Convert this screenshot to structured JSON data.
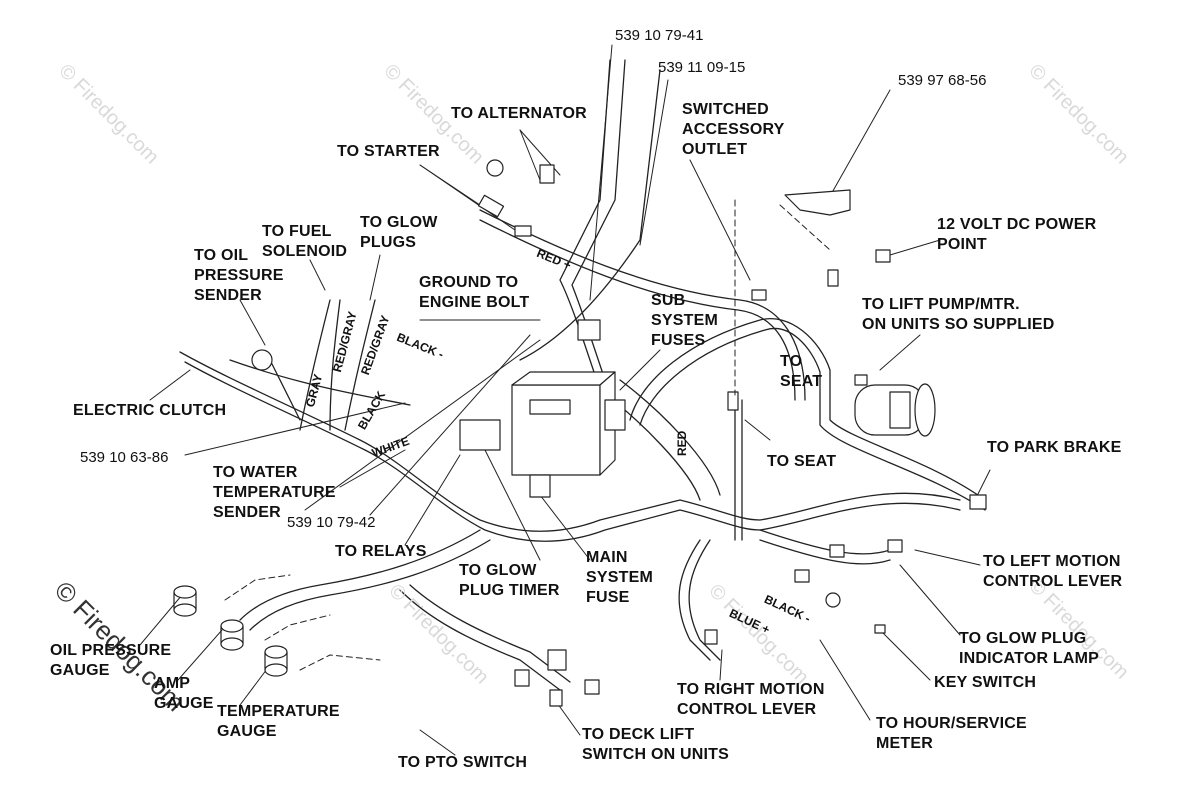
{
  "watermark": "© Firedog.com",
  "labels": {
    "to_alternator": "TO ALTERNATOR",
    "to_starter": "TO STARTER",
    "switched_accessory_outlet": "SWITCHED\nACCESSORY\nOUTLET",
    "twelve_volt_power_point": "12 VOLT DC POWER\nPOINT",
    "to_fuel_solenoid": "TO FUEL\nSOLENOID",
    "to_glow_plugs": "TO GLOW\nPLUGS",
    "to_oil_pressure_sender": "TO OIL\nPRESSURE\nSENDER",
    "ground_to_engine_bolt": "GROUND TO\nENGINE BOLT",
    "sub_system_fuses": "SUB\nSYSTEM\nFUSES",
    "to_lift_pump": "TO LIFT PUMP/MTR.\nON UNITS SO SUPPLIED",
    "to_seat_1": "TO\nSEAT",
    "to_seat_2": "TO SEAT",
    "electric_clutch": "ELECTRIC CLUTCH",
    "to_park_brake": "TO PARK BRAKE",
    "to_water_temperature_sender": "TO WATER\nTEMPERATURE\nSENDER",
    "to_relays": "TO RELAYS",
    "to_glow_plug_timer": "TO GLOW\nPLUG TIMER",
    "main_system_fuse": "MAIN\nSYSTEM\nFUSE",
    "to_left_motion_control_lever": "TO LEFT MOTION\nCONTROL LEVER",
    "to_glow_plug_indicator_lamp": "TO GLOW PLUG\nINDICATOR LAMP",
    "oil_pressure_gauge": "OIL PRESSURE\nGAUGE",
    "amp_gauge": "AMP\nGAUGE",
    "temperature_gauge": "TEMPERATURE\nGAUGE",
    "to_right_motion_control_lever": "TO RIGHT MOTION\nCONTROL LEVER",
    "key_switch": "KEY SWITCH",
    "to_hour_service_meter": "TO HOUR/SERVICE\nMETER",
    "to_deck_lift_switch": "TO DECK LIFT\nSWITCH ON UNITS",
    "to_pto_switch": "TO PTO SWITCH"
  },
  "part_numbers": {
    "pn_79_41": "539 10 79-41",
    "pn_09_15": "539 11 09-15",
    "pn_68_56": "539 97 68-56",
    "pn_63_86": "539 10 63-86",
    "pn_79_42": "539 10 79-42"
  },
  "wire_labels": {
    "red_plus": "RED +",
    "black_minus": "BLACK -",
    "red_gray_1": "RED/GRAY",
    "red_gray_2": "RED/GRAY",
    "gray": "GRAY",
    "black": "BLACK",
    "white": "WHITE",
    "red": "RED",
    "black_minus_2": "BLACK -",
    "blue_plus": "BLUE +"
  }
}
